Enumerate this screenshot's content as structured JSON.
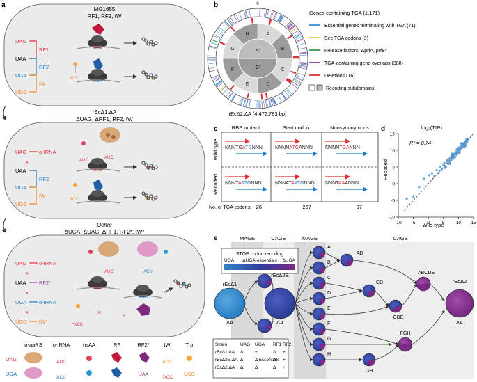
{
  "panel_letters": {
    "a": "a",
    "b": "b",
    "c": "c",
    "d": "d",
    "e": "e"
  },
  "panel_a": {
    "cell1": {
      "title": "MG1655",
      "subtitle": "RF1, RF2, tW"
    },
    "cell2": {
      "title": "rEcΔ1.ΔA",
      "subtitle": "ΔUAG, ΔRF1, RF2, tW"
    },
    "cell3": {
      "title": "Ochre",
      "subtitle": "ΔUGA, ΔUAG, ΔRF1, RF2*, tW*"
    },
    "codons": {
      "uag": "UAG",
      "uaa": "UAA",
      "uga": "UGA",
      "ugg": "UGG"
    },
    "labels": {
      "rf1": "RF1",
      "rf2": "RF2",
      "tw": "tW",
      "rf2star": "RF2*",
      "twstar": "tW*",
      "otrna": "o-tRNA",
      "auc": "AUC",
      "acu": "ACU",
      "acc": "ACC",
      "uag_ribo": "UAG",
      "uga_ribo": "UGA",
      "acc_star": "*ACC"
    },
    "legend": {
      "oaars": "o-aaRS",
      "otrna": "o-tRNA",
      "nsaa": "nsAA",
      "rf": "RF",
      "rf2star": "RF2*",
      "tw": "tW",
      "trp": "Trp",
      "uag": "UAG",
      "uga": "UGA",
      "auc": "AUC",
      "acu": "ACU",
      "uaa": "UAA",
      "acc": "ACC",
      "acc_star": "*ACC",
      "ugg": "UGG"
    }
  },
  "panel_b": {
    "genome_label": "rEcΔ2.ΔA (4,472,783 bp)",
    "zero": "0",
    "sectors": [
      "A",
      "B",
      "C",
      "D",
      "E",
      "F",
      "G",
      "H"
    ],
    "inner": [
      "A'",
      "B'"
    ],
    "legend_title": "Genes containing TGA (1,171)",
    "legend": [
      {
        "label": "Essential genes terminating with TGA (71)",
        "color": "#3a8fd0"
      },
      {
        "label": "Sec TGA codons (3)",
        "color": "#e8c93a"
      },
      {
        "label": "Release factors: ΔprfA, prfB*",
        "color": "#3aa64a"
      },
      {
        "label": "TGA-containing gene overlaps (380)",
        "color": "#8a3d96"
      },
      {
        "label": "Deletions (16)",
        "color": "#e0303a"
      },
      {
        "label": "Recoding subdomains",
        "color": "#bbbbbb"
      }
    ]
  },
  "panel_c": {
    "columns": [
      "RBS mutant",
      "Start codon",
      "Nonsynonymous"
    ],
    "rows": [
      "Wild type",
      "Recoded"
    ],
    "wt_seqs": [
      {
        "pre": "NNNTG",
        "hi": "A",
        "mid": "TG",
        "post": "NNN"
      },
      {
        "pre": "NNNN",
        "hi": "ATG",
        "mid": "",
        "post": "ANNN"
      },
      {
        "pre": "NNNNT",
        "hi": "GA",
        "mid": "",
        "post": "NNN"
      }
    ],
    "rec_seqs": [
      {
        "pre": "NNNT",
        "hi": "A",
        "mid": "ATG",
        "post": "NNN"
      },
      {
        "pre": "NNNAT",
        "hi": "A",
        "mid": "ATG",
        "post": "NNN"
      },
      {
        "pre": "NNNT",
        "hi": "AA",
        "mid": "",
        "post": "ANNN"
      }
    ],
    "footer_label": "No. of TGA codons:",
    "counts": [
      "26",
      "257",
      "97"
    ]
  },
  "panel_d": {
    "title": "log₂(TIR)",
    "r2": "R² = 0.74",
    "xlabel": "Wild type",
    "ylabel": "Recoded"
  },
  "chart_data": {
    "type": "scatter",
    "title": "log₂(TIR)",
    "xlabel": "Wild type",
    "ylabel": "Recoded",
    "xlim": [
      -10,
      15
    ],
    "ylim": [
      -10,
      15
    ],
    "xticks": [
      -10,
      -5,
      0,
      5,
      10,
      15
    ],
    "yticks": [
      -10,
      -5,
      0,
      5,
      10,
      15
    ],
    "annotation": "R² = 0.74",
    "identity_line": true,
    "x": [
      -7.2,
      -5.0,
      -3.1,
      -1.5,
      0.3,
      1.2,
      2.0,
      2.8,
      3.4,
      4.0,
      4.5,
      5.0,
      5.3,
      5.8,
      6.1,
      6.5,
      6.8,
      7.0,
      7.3,
      7.6,
      7.9,
      8.1,
      8.4,
      8.6,
      8.9,
      9.1,
      9.3,
      9.6,
      9.8,
      10.0,
      10.2,
      10.4,
      10.6,
      10.8,
      11.0,
      11.2,
      11.4,
      11.6,
      11.8,
      12.0,
      12.2,
      12.4,
      12.6,
      12.9,
      13.2,
      6.3,
      7.1,
      8.0,
      8.8,
      9.5,
      10.3,
      11.1,
      11.9,
      12.7,
      5.5,
      7.8,
      9.9,
      10.9,
      12.3
    ],
    "y": [
      -4.5,
      -3.8,
      -1.0,
      1.5,
      2.5,
      3.1,
      2.2,
      4.0,
      3.2,
      5.1,
      4.2,
      5.5,
      6.2,
      5.0,
      6.8,
      6.0,
      7.4,
      6.5,
      7.9,
      7.0,
      8.3,
      7.5,
      8.8,
      7.9,
      9.1,
      8.5,
      9.6,
      9.0,
      10.1,
      9.4,
      10.6,
      9.9,
      11.0,
      10.3,
      11.5,
      10.8,
      11.9,
      11.2,
      12.2,
      11.6,
      12.6,
      12.0,
      13.0,
      12.5,
      13.3,
      7.2,
      6.0,
      9.0,
      8.0,
      10.4,
      9.2,
      12.0,
      10.9,
      13.4,
      4.8,
      8.5,
      10.8,
      12.1,
      11.3
    ]
  },
  "panel_e": {
    "top_labels": [
      "MAGE",
      "CAGE",
      "MAGE",
      "CAGE"
    ],
    "legend_title": "STOP codon recoding",
    "legend_items": [
      "UGA",
      "ΔUGA-essentials",
      "ΔUGA"
    ],
    "nodes": {
      "rec1": "rEcΔ1",
      "rec2e": "rEcΔ2E",
      "rec2": "rEcΔ2",
      "delta_a": "ΔA",
      "ab": "AB",
      "cd": "CD",
      "cde": "CDE",
      "abcde": "ABCDE",
      "fgh": "FGH",
      "gh": "GH",
      "seg": [
        "A",
        "B",
        "C",
        "D",
        "E",
        "F",
        "G",
        "H"
      ]
    },
    "table": {
      "header": [
        "Strain",
        "UAG",
        "UGA",
        "RF1",
        "RF2"
      ],
      "rows": [
        [
          "rEcΔ1.ΔA",
          "Δ",
          "+",
          "Δ",
          "+"
        ],
        [
          "rEcΔ2E.ΔA",
          "Δ",
          "Δ Essentials",
          "Δ",
          "+"
        ],
        [
          "rEcΔ2.ΔA",
          "Δ",
          "Δ",
          "Δ",
          "+"
        ]
      ]
    }
  }
}
